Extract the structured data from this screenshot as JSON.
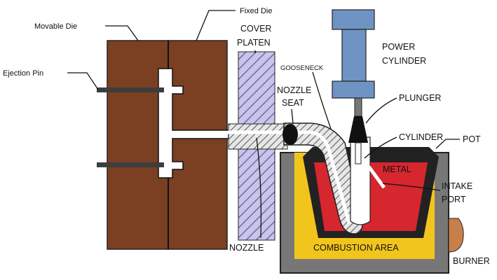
{
  "labels": {
    "movable_die": "Movable Die",
    "fixed_die": "Fixed Die",
    "ejection_pin": "Ejection Pin",
    "cover_platen_1": "COVER",
    "cover_platen_2": "PLATEN",
    "gooseneck": "GOOSENECK",
    "nozzle_seat_1": "NOZZLE",
    "nozzle_seat_2": "SEAT",
    "power_cylinder_1": "POWER",
    "power_cylinder_2": "CYLINDER",
    "plunger": "PLUNGER",
    "cylinder": "CYLINDER",
    "pot": "POT",
    "metal": "METAL",
    "intake_port_1": "INTAKE",
    "intake_port_2": "PORT",
    "nozzle": "NOZZLE",
    "combustion_area": "COMBUSTION AREA",
    "burner": "BURNER"
  },
  "colors": {
    "die": "#7b3f22",
    "platen_hatch": "#8a86c8",
    "power_cylinder": "#6f94c4",
    "metal": "#d6262e",
    "combustion": "#f2c51c",
    "pot": "#6f6f6f",
    "burner": "#c8804a",
    "outline": "#111111"
  }
}
